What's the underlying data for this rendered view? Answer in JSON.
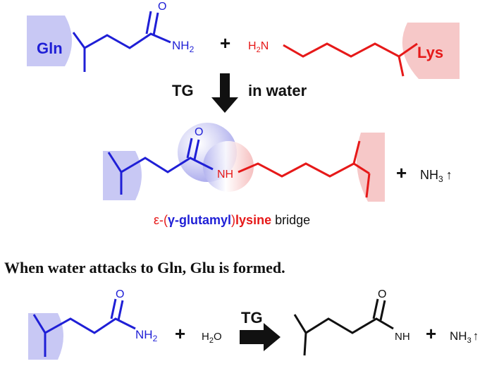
{
  "reaction1": {
    "gln_label": "Gln",
    "gln_amide_o": "O",
    "gln_amine": "NH",
    "gln_amine_sub": "2",
    "plus": "+",
    "lys_amine": "H",
    "lys_amine_sub": "2",
    "lys_amine_n": "N",
    "lys_label": "Lys",
    "catalyst": "TG",
    "condition": "in water"
  },
  "product1": {
    "amide_o": "O",
    "nh": "NH",
    "plus": "+",
    "nh3": "NH",
    "nh3_sub": "3",
    "gas_arrow": "↑",
    "bridge_epsilon": "ε-(",
    "bridge_glutamyl": "γ-glutamyl",
    "bridge_close": ")",
    "bridge_lysine": "lysine",
    "bridge_word": " bridge"
  },
  "caption": "When water attacks to Gln, Glu is formed.",
  "reaction2": {
    "amide_o": "O",
    "amine": "NH",
    "amine_sub": "2",
    "plus1": "+",
    "water": "H",
    "water_sub": "2",
    "water_o": "O",
    "catalyst": "TG",
    "prod_o": "O",
    "prod_nh": "NH",
    "plus2": "+",
    "nh3": "NH",
    "nh3_sub": "3",
    "gas_arrow": "↑"
  },
  "colors": {
    "blue": "#1f1fd6",
    "red": "#e61919",
    "blue_shade": "#c8c8f4",
    "red_shade": "#f6c8c8",
    "black": "#111111"
  }
}
